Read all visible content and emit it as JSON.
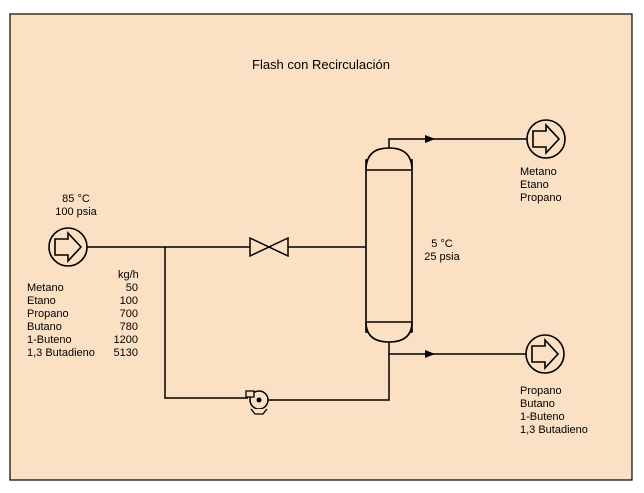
{
  "title": "Flash con Recirculación",
  "feed": {
    "temperature": "85 °C",
    "pressure": "100 psia",
    "units": "kg/h",
    "components": [
      {
        "name": "Metano",
        "value": "50"
      },
      {
        "name": "Etano",
        "value": "100"
      },
      {
        "name": "Propano",
        "value": "700"
      },
      {
        "name": "Butano",
        "value": "780"
      },
      {
        "name": "1-Buteno",
        "value": "1200"
      },
      {
        "name": "1,3 Butadieno",
        "value": "5130"
      }
    ]
  },
  "flash": {
    "temperature": "5 °C",
    "pressure": "25 psia"
  },
  "vapor_product": {
    "components": [
      "Metano",
      "Etano",
      "Propano"
    ]
  },
  "liquid_product": {
    "components": [
      "Propano",
      "Butano",
      "1-Buteno",
      "1,3 Butadieno"
    ]
  },
  "colors": {
    "background": "#fbe0c4",
    "border": "#000000",
    "line": "#000000"
  }
}
